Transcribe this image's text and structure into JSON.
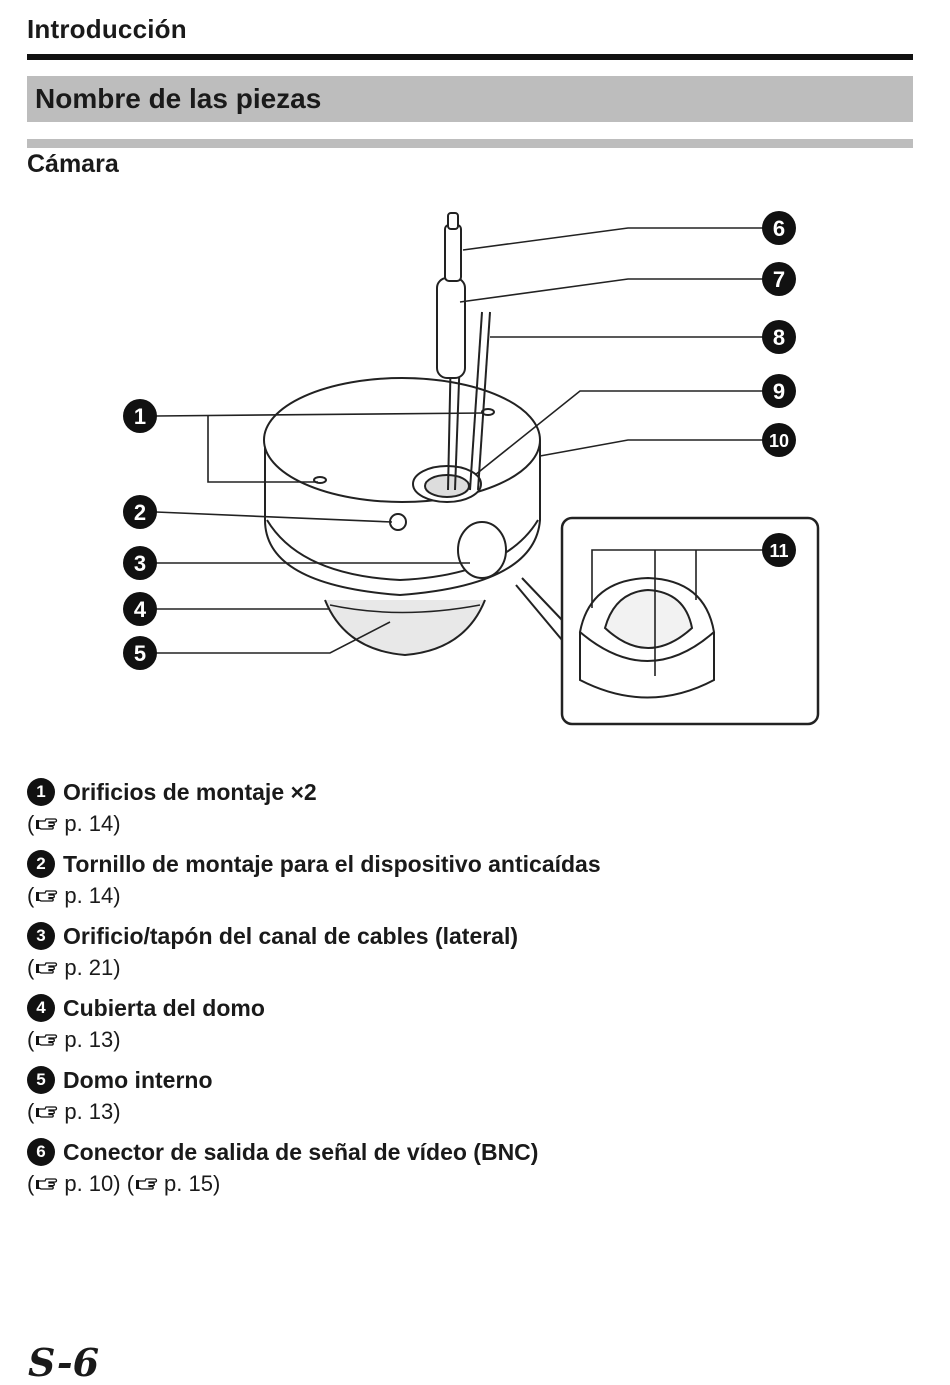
{
  "page": {
    "section_title": "Introducción",
    "header": "Nombre de las piezas",
    "subtitle": "Cámara",
    "page_number": "S-6"
  },
  "callouts": [
    "1",
    "2",
    "3",
    "4",
    "5",
    "6",
    "7",
    "8",
    "9",
    "10",
    "11"
  ],
  "parts": [
    {
      "number": "1",
      "name": "Orificios de montaje ×2",
      "refs": [
        {
          "open": "(",
          "page": "p. 14)"
        }
      ]
    },
    {
      "number": "2",
      "name": "Tornillo de montaje para el dispositivo anticaídas",
      "refs": [
        {
          "open": "(",
          "page": "p. 14)"
        }
      ]
    },
    {
      "number": "3",
      "name": "Orificio/tapón del canal de cables (lateral)",
      "refs": [
        {
          "open": "(",
          "page": "p. 21)"
        }
      ]
    },
    {
      "number": "4",
      "name": "Cubierta del domo",
      "refs": [
        {
          "open": "(",
          "page": "p. 13)"
        }
      ]
    },
    {
      "number": "5",
      "name": "Domo interno",
      "refs": [
        {
          "open": "(",
          "page": "p. 13)"
        }
      ]
    },
    {
      "number": "6",
      "name": "Conector de salida de señal de vídeo (BNC)",
      "refs": [
        {
          "open": "(",
          "page": "p. 10)"
        },
        {
          "open": " (",
          "page": "p. 15)"
        }
      ]
    }
  ],
  "icons": {
    "reference": "pointing-hand-icon"
  }
}
